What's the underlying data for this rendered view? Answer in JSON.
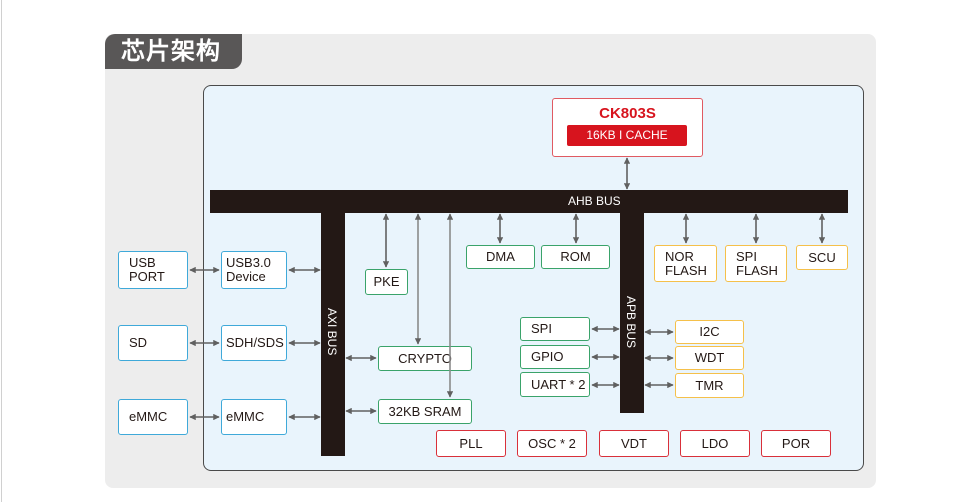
{
  "title": "芯片架构",
  "colors": {
    "panel_bg": "#ededed",
    "title_bg": "#595757",
    "chip_bg": "#e9f4fc",
    "bus": "#231815",
    "cpu_red": "#d7141e",
    "external_border": "#3fa9d9",
    "axi_ahb_border": "#3aa36a",
    "apb_border": "#f5c04a",
    "analog_border": "#d9303a",
    "arrow": "#606060"
  },
  "cpu": {
    "name": "CK803S",
    "cache": "16KB I CACHE"
  },
  "buses": {
    "ahb": "AHB BUS",
    "axi": "AXI BUS",
    "apb": "APB BUS"
  },
  "external": [
    {
      "id": "usb-port",
      "lines": [
        "USB",
        "PORT"
      ]
    },
    {
      "id": "sd",
      "lines": [
        "SD"
      ]
    },
    {
      "id": "emmc-ext",
      "lines": [
        "eMMC"
      ]
    }
  ],
  "axi_peripherals": [
    {
      "id": "usb3-device",
      "lines": [
        "USB3.0",
        "Device"
      ]
    },
    {
      "id": "sdh-sds",
      "lines": [
        "SDH/SDS"
      ]
    },
    {
      "id": "emmc-ctrl",
      "lines": [
        "eMMC"
      ]
    }
  ],
  "ahb_blocks": {
    "pke": "PKE",
    "crypto": "CRYPTO",
    "sram": "32KB SRAM",
    "dma": "DMA",
    "rom": "ROM",
    "nor_flash": [
      "NOR",
      "FLASH"
    ],
    "spi_flash": [
      "SPI",
      "FLASH"
    ],
    "scu": "SCU"
  },
  "apb_left": [
    "SPI",
    "GPIO",
    "UART * 2"
  ],
  "apb_right": [
    "I2C",
    "WDT",
    "TMR"
  ],
  "analog": [
    "PLL",
    "OSC * 2",
    "VDT",
    "LDO",
    "POR"
  ]
}
